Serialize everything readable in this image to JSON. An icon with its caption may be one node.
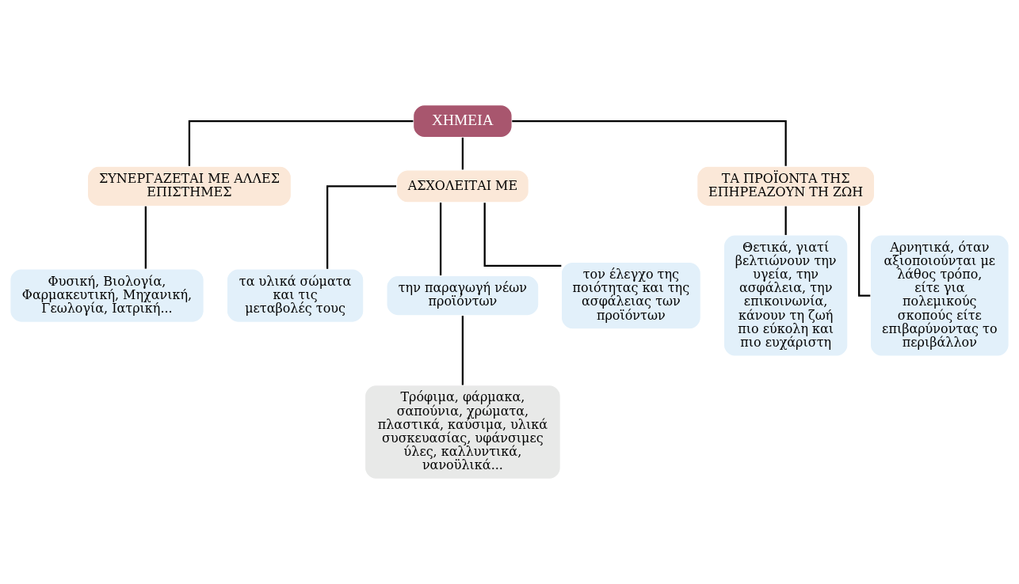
{
  "diagram": {
    "nodes": [
      {
        "text": [
          "ΧΗΜΕΙΑ"
        ]
      },
      {
        "text": [
          "ΣΥΝΕΡΓΑΖΕΤΑΙ ΜΕ ΑΛΛΕΣ ΕΠΙΣΤΗΜΕΣ"
        ]
      },
      {
        "text": [
          "Φυσική, Βιολογία, Φαρμακευτική, Μηχανική, Γεωλογία, Ιατρική..."
        ]
      },
      {
        "text": [
          "ΑΣΧΟΛΕΙΤΑΙ ΜΕ"
        ]
      },
      {
        "text": [
          "τα υλικά σώματα και τις μεταβολές τους"
        ]
      },
      {
        "text": [
          "την παραγωγή νέων προϊόντων"
        ]
      },
      {
        "text": [
          "τον έλεγχο της ποιότητας και της ασφάλειας των προϊόντων"
        ]
      },
      {
        "text": [
          "Τρόφιμα, φάρμακα, σαπούνια, χρώματα, πλαστικά, καύσιμα, υλικά συσκευασίας, υφάνσιμες ύλες, καλλυντικά, νανοϋλικά..."
        ]
      },
      {
        "text": [
          "ΤΑ ΠΡΟΪΟΝΤΑ ΤΗΣ ΕΠΗΡΕΑΖΟΥΝ ΤΗ ΖΩΗ"
        ]
      },
      {
        "text": [
          "Θετικά, γιατί βελτιώνουν την υγεία, την ασφάλεια, την επικοινωνία, κάνουν τη ζωή πιο εύκολη και πιο ευχάριστη"
        ]
      },
      {
        "text": [
          "Αρνητικά, όταν αξιοποιούνται με λάθος τρόπο, είτε για πολεμικούς σκοπούς είτε επιβαρύνοντας το περιβάλλον"
        ]
      }
    ],
    "edges": [
      {
        "from": 0,
        "to": 3,
        "arrow": "none"
      },
      {
        "from": 0,
        "to": 8,
        "arrow": "none"
      },
      {
        "from": 0,
        "to": 1,
        "arrow": "none"
      },
      {
        "from": 1,
        "to": 2,
        "arrow": "none"
      },
      {
        "from": 3,
        "to": 4,
        "arrow": "none"
      },
      {
        "from": 3,
        "to": 5,
        "arrow": "none"
      },
      {
        "from": 3,
        "to": 6,
        "arrow": "none"
      },
      {
        "from": 5,
        "to": 7,
        "arrow": "none"
      },
      {
        "from": 8,
        "to": 9,
        "arrow": "none"
      },
      {
        "from": 8,
        "to": 10,
        "arrow": "none"
      }
    ]
  }
}
